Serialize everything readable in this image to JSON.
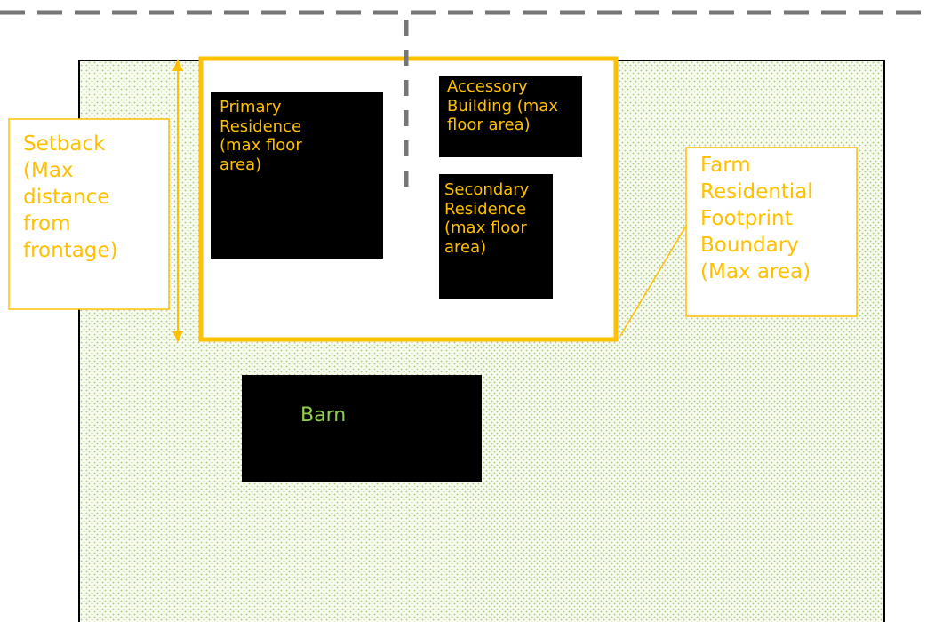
{
  "colors": {
    "property_fill": "#d6e7b4",
    "footprint_border": "#ffc000",
    "building_fill": "#000000",
    "building_text": "#ffc000",
    "barn_text": "#92d050",
    "dashed_line": "#767676"
  },
  "buildings": {
    "primary_residence": [
      "Primary",
      "Residence",
      "(max floor",
      "area)"
    ],
    "accessory_building": [
      "Accessory",
      "Building (max",
      "floor area)"
    ],
    "secondary_residence": [
      "Secondary",
      "Residence",
      "(max floor",
      "area)"
    ],
    "barn": "Barn"
  },
  "callouts": {
    "setback": [
      "Setback",
      "(Max",
      "distance",
      "from",
      "frontage)"
    ],
    "farm_residential_footprint": [
      "Farm",
      "Residential",
      "Footprint",
      "Boundary",
      "(Max area)"
    ]
  }
}
